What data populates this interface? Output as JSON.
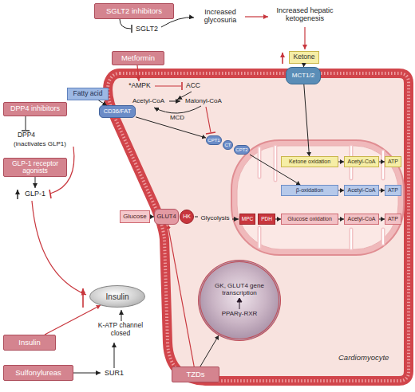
{
  "diagram": {
    "nodes": [
      {
        "text": [
          "SGLT2 inhibitors"
        ]
      },
      {
        "text": [
          "Metformin"
        ]
      },
      {
        "text": [
          "Ketone"
        ]
      },
      {
        "text": [
          "Fatty acid"
        ]
      },
      {
        "text": [
          "CD36/FAT"
        ]
      },
      {
        "text": [
          "MCT1/2"
        ]
      },
      {
        "text": [
          "DPP4 inhibitors"
        ]
      },
      {
        "text": [
          "GLP-1 receptor agonists"
        ]
      },
      {
        "text": [
          "Cardiomyocyte"
        ]
      },
      {
        "text": [
          "CPT1"
        ],
        "in": 8
      },
      {
        "text": [
          "CT"
        ],
        "in": 8
      },
      {
        "text": [
          "CPT2"
        ],
        "in": 8
      },
      {
        "text": [
          "Ketone oxidation"
        ],
        "in": 8
      },
      {
        "text": [
          "Acetyl-CoA"
        ],
        "in": 8
      },
      {
        "text": [
          "ATP"
        ],
        "in": 8
      },
      {
        "text": [
          "β-oxidation"
        ],
        "in": 8
      },
      {
        "text": [
          "Acetyl-CoA"
        ],
        "in": 8
      },
      {
        "text": [
          "ATP"
        ],
        "in": 8
      },
      {
        "text": [
          "Glucose"
        ]
      },
      {
        "text": [
          "GLUT4"
        ]
      },
      {
        "text": [
          "HK"
        ],
        "in": 8
      },
      {
        "text": [
          "MPC"
        ],
        "in": 8
      },
      {
        "text": [
          "PDH"
        ],
        "in": 8
      },
      {
        "text": [
          "Glucose oxidation"
        ],
        "in": 8
      },
      {
        "text": [
          "Acetyl-CoA"
        ],
        "in": 8
      },
      {
        "text": [
          "ATP"
        ],
        "in": 8
      },
      {
        "text": [
          "GK, GLUT4 gene transcription",
          "PPARγ-RXR"
        ],
        "in": 8
      },
      {
        "text": [
          "Insulin"
        ]
      },
      {
        "text": [
          "Insulin"
        ]
      },
      {
        "text": [
          "TZDs"
        ]
      },
      {
        "text": [
          "Sulfonylureas"
        ]
      }
    ],
    "edges": [
      {
        "from": 3,
        "to": 4,
        "arrow": "to"
      },
      {
        "from": 2,
        "to": 5,
        "arrow": "to"
      },
      {
        "from": 5,
        "to": 12,
        "arrow": "to"
      },
      {
        "from": 12,
        "to": 13,
        "arrow": "to"
      },
      {
        "from": 13,
        "to": 14,
        "arrow": "to"
      },
      {
        "from": 4,
        "to": 9,
        "arrow": "to"
      },
      {
        "from": 11,
        "to": 15,
        "arrow": "to"
      },
      {
        "from": 15,
        "to": 16,
        "arrow": "to"
      },
      {
        "from": 16,
        "to": 17,
        "arrow": "to"
      },
      {
        "from": 18,
        "to": 19,
        "arrow": "to"
      },
      {
        "from": 22,
        "to": 23,
        "arrow": "to"
      },
      {
        "from": 23,
        "to": 24,
        "arrow": "to"
      },
      {
        "from": 24,
        "to": 25,
        "arrow": "to"
      },
      {
        "from": 28,
        "to": 27,
        "arrow": "to"
      },
      {
        "from": 29,
        "to": 19,
        "arrow": "to"
      },
      {
        "from": 29,
        "to": 26,
        "arrow": "to"
      }
    ],
    "labels": [
      "SGLT2",
      "Increased glycosuria",
      "Increased hepatic ketogenesis",
      "*AMPK",
      "ACC",
      "Acetyl-CoA",
      "Malonyl-CoA",
      "MCD",
      "DPP4",
      "(inactivates GLP1)",
      "GLP-1",
      "Glycolysis",
      "K-ATP channel closed",
      "SUR1"
    ]
  }
}
